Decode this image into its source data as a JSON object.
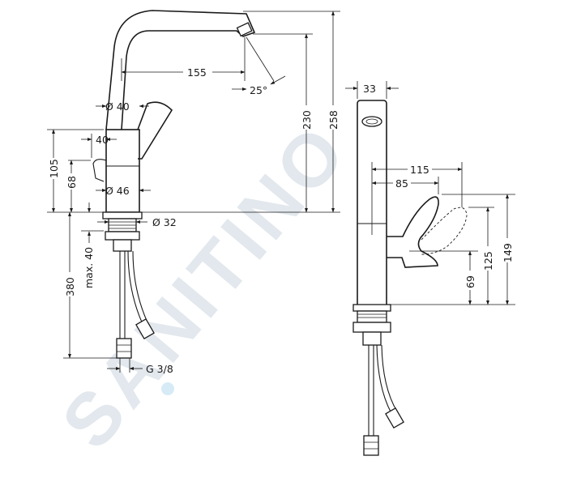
{
  "watermark": "SANITINO",
  "side_view": {
    "dims": {
      "spout_reach": "155",
      "spout_angle": "25°",
      "top_diameter": "Ø 40",
      "lever_offset": "40",
      "base_diameter": "Ø 46",
      "shank_diameter": "Ø 32",
      "height_105": "105",
      "height_68": "68",
      "spout_height": "230",
      "total_height": "258",
      "max_thickness": "max. 40",
      "hose_length": "380",
      "connection": "G 3/8"
    }
  },
  "front_view": {
    "dims": {
      "body_width": "33",
      "lever_reach_max": "115",
      "lever_reach": "85",
      "lever_height_max": "149",
      "lever_height_mid": "125",
      "lever_height_low": "69"
    }
  },
  "colors": {
    "line": "#1a1a1a",
    "watermark": "#dde4ea",
    "dot": "#cfe8f4"
  }
}
